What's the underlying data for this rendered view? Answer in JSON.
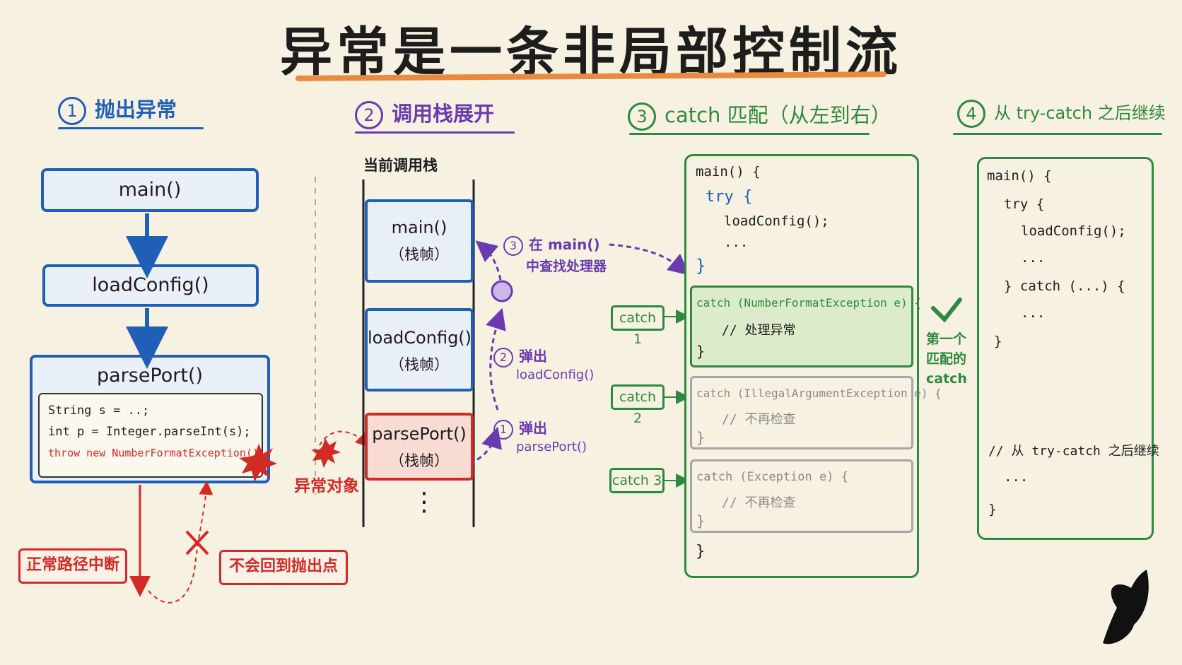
{
  "title": "异常是一条非局部控制流",
  "sections": {
    "s1": {
      "num": "1",
      "label": "抛出异常"
    },
    "s2": {
      "num": "2",
      "label": "调用栈展开"
    },
    "s3": {
      "num": "3",
      "label": "catch 匹配（从左到右）"
    },
    "s4": {
      "num": "4",
      "label": "从 try-catch 之后继续"
    }
  },
  "throw_panel": {
    "main_box": "main()",
    "load_box": "loadConfig()",
    "parse_box": "parsePort()",
    "code_lines": [
      "String s = ..;",
      "int p = Integer.parseInt(s);",
      "throw new NumberFormatException();"
    ],
    "normal_path_label": "正常路径中断",
    "no_return_label": "不会回到抛出点",
    "exception_object_label": "异常对象"
  },
  "stack_panel": {
    "heading": "当前调用栈",
    "frames": [
      {
        "name": "main()",
        "sub": "（栈帧）"
      },
      {
        "name": "loadConfig()",
        "sub": "（栈帧）"
      },
      {
        "name": "parsePort()",
        "sub": "（栈帧）"
      }
    ],
    "ellipsis": "⋮",
    "step1": {
      "num": "1",
      "text": "弹出",
      "func": "parsePort()"
    },
    "step2": {
      "num": "2",
      "text": "弹出",
      "func": "loadConfig()"
    },
    "step3": {
      "num": "3",
      "text": "在 main()",
      "text2": "中查找处理器"
    }
  },
  "catch_panel": {
    "line_main": "main() {",
    "line_try": "try {",
    "line_load": "loadConfig();",
    "line_dots": "...",
    "line_close": "}",
    "catch1": {
      "label": "catch 1",
      "head": "catch (NumberFormatException e) {",
      "body": "// 处理异常",
      "close": "}"
    },
    "catch2": {
      "label": "catch 2",
      "head": "catch (IllegalArgumentException e) {",
      "body": "// 不再检查",
      "close": "}"
    },
    "catch3": {
      "label": "catch 3",
      "head": "catch (Exception e) {",
      "body": "// 不再检查",
      "close": "}"
    },
    "end_close": "}",
    "first_match_label": "第一个匹配的catch",
    "colors": {
      "match": "#2d8a3e",
      "skipped": "#a6a6a6"
    }
  },
  "continue_panel": {
    "line_main": "main() {",
    "line_try": "try {",
    "line_load": "loadConfig();",
    "line_dots": "...",
    "line_catch": "} catch (...) {",
    "line_dots2": "...",
    "line_close": "}",
    "comment": "// 从 try-catch 之后继续",
    "line_dots3": "...",
    "end_close": "}"
  }
}
